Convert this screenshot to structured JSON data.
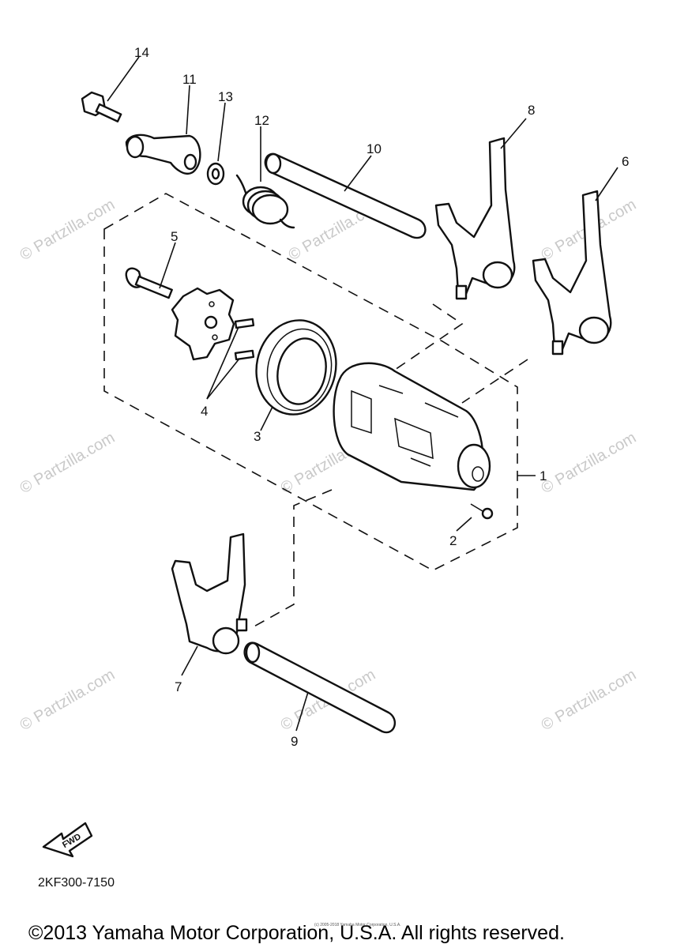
{
  "diagram": {
    "callouts": [
      "1",
      "2",
      "3",
      "4",
      "5",
      "6",
      "7",
      "8",
      "9",
      "10",
      "11",
      "12",
      "13",
      "14"
    ],
    "watermark": "© Partzilla.com",
    "fwd_label": "FWD",
    "drawing_code": "2KF300-7150",
    "copyright": "©2013 Yamaha Motor Corporation, U.S.A. All rights reserved.",
    "fine_print": "(c) 2005-2018 Yamaha Motor Corporation, U.S.A."
  }
}
